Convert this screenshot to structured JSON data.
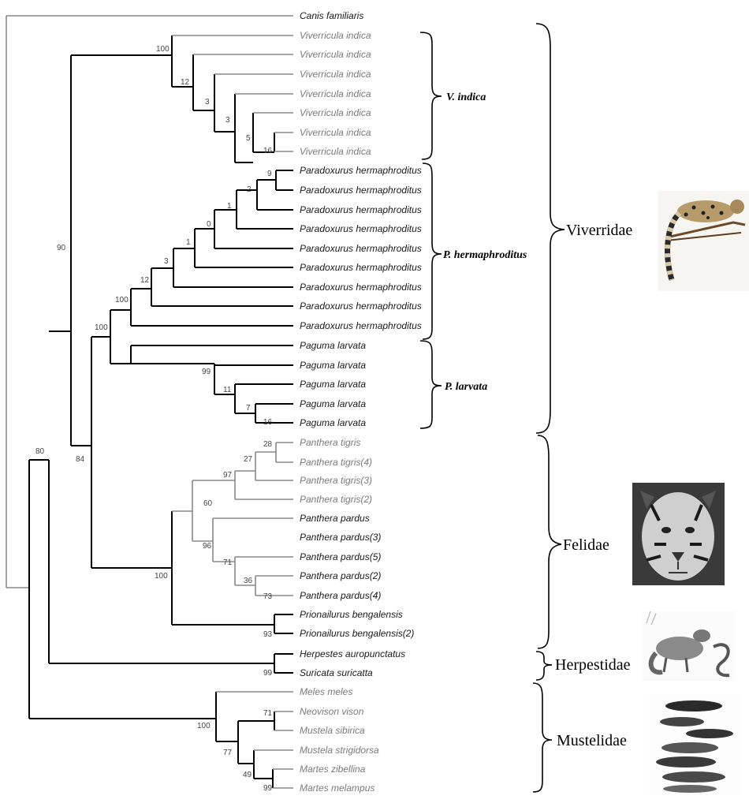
{
  "leaves": [
    "Canis familiaris",
    "Viverricula indica",
    "Viverricula indica",
    "Viverricula indica",
    "Viverricula indica",
    "Viverricula indica",
    "Viverricula indica",
    "Viverricula indica",
    "Paradoxurus hermaphroditus",
    "Paradoxurus hermaphroditus",
    "Paradoxurus hermaphroditus",
    "Paradoxurus hermaphroditus",
    "Paradoxurus hermaphroditus",
    "Paradoxurus hermaphroditus",
    "Paradoxurus hermaphroditus",
    "Paradoxurus hermaphroditus",
    "Paradoxurus hermaphroditus",
    "Paguma larvata",
    "Paguma larvata",
    "Paguma larvata",
    "Paguma larvata",
    "Paguma larvata",
    "Panthera tigris",
    "Panthera tigris(4)",
    "Panthera tigris(3)",
    "Panthera tigris(2)",
    "Panthera pardus",
    "Panthera pardus(3)",
    "Panthera pardus(5)",
    "Panthera pardus(2)",
    "Panthera pardus(4)",
    "Prionailurus bengalensis",
    "Prionailurus bengalensis(2)",
    "Herpestes auropunctatus",
    "Suricata suricatta",
    "Meles meles",
    "Neovison vison",
    "Mustela sibirica",
    "Mustela strigidorsa",
    "Martes zibellina",
    "Martes melampus"
  ],
  "bootstrap": [
    "100",
    "12",
    "3",
    "3",
    "5",
    "16",
    "9",
    "2",
    "1",
    "0",
    "1",
    "3",
    "12",
    "100",
    "100",
    "99",
    "11",
    "7",
    "16",
    "90",
    "28",
    "27",
    "97",
    "60",
    "96",
    "71",
    "36",
    "73",
    "100",
    "93",
    "84",
    "80",
    "99",
    "71",
    "100",
    "77",
    "49",
    "99"
  ],
  "species_groups": [
    "V. indica",
    "P. hermaphroditus",
    "P. larvata"
  ],
  "families": [
    "Viverridae",
    "Felidae",
    "Herpestidae",
    "Mustelidae"
  ]
}
